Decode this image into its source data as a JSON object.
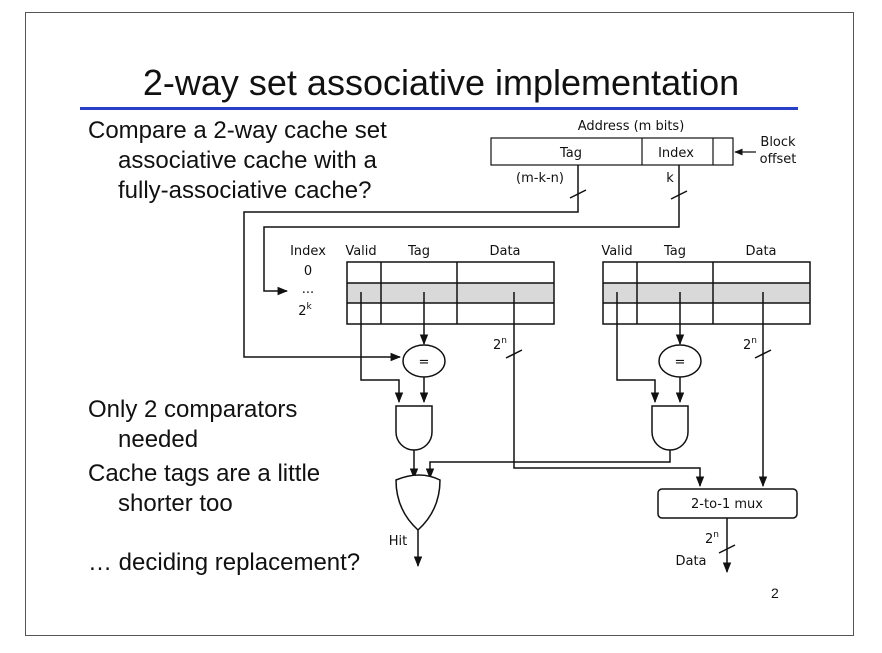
{
  "slide": {
    "title": "2-way set associative implementation",
    "page_number": "2"
  },
  "text": {
    "compare": [
      "Compare a 2-way cache set",
      "associative cache with a",
      "fully-associative cache?"
    ],
    "comparators": [
      "Only 2 comparators",
      "needed"
    ],
    "shorter": [
      "Cache tags are a little",
      "shorter too"
    ],
    "deciding": "… deciding replacement?"
  },
  "diagram": {
    "address_label": "Address (m bits)",
    "tag_field": "Tag",
    "index_field": "Index",
    "block_offset": [
      "Block",
      "offset"
    ],
    "tag_width": "(m-k-n)",
    "index_width": "k",
    "index_header": "Index",
    "index_0": "0",
    "index_dots": "...",
    "index_last": "2",
    "index_last_sup": "k",
    "valid_header": "Valid",
    "tag_header": "Tag",
    "data_header": "Data",
    "eq_symbol": "=",
    "data_width": "2",
    "data_width_sup": "n",
    "mux_label": "2-to-1 mux",
    "hit_label": "Hit",
    "data_out_label": "Data",
    "highlight_color": "#d9d9d9",
    "rule_color": "#2a3fc8"
  }
}
